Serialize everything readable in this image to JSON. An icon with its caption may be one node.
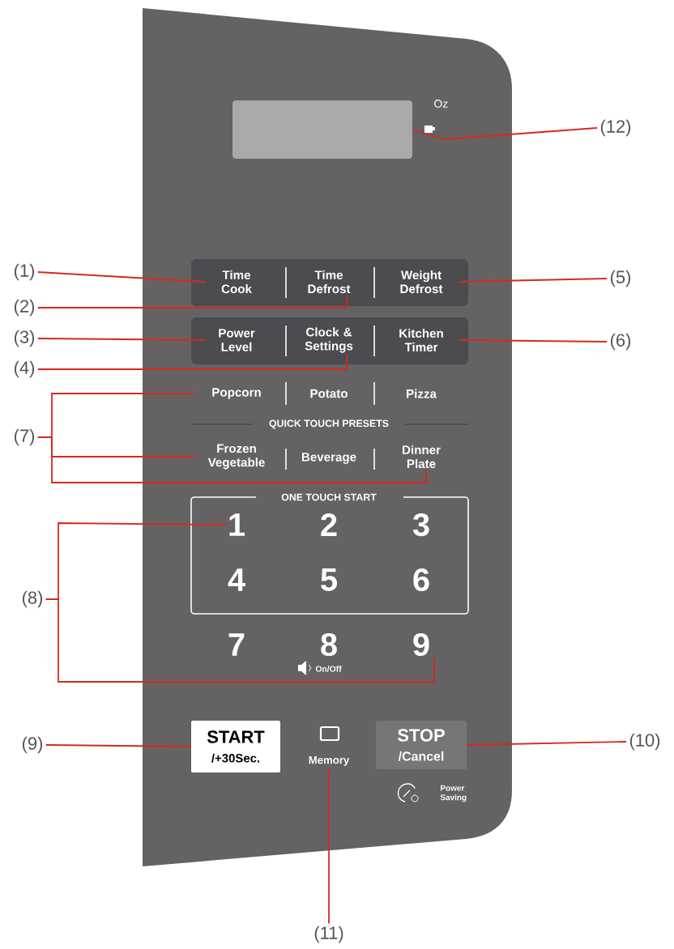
{
  "diagram": {
    "nodes": [
      {
        "text": [],
        "shape": "box"
      },
      {
        "text": [
          "(12)"
        ]
      },
      {
        "text": [
          "(1)"
        ]
      },
      {
        "text": [
          "Time Cook"
        ]
      },
      {
        "text": [
          "Time Defrost"
        ]
      },
      {
        "text": [
          "Weight Defrost"
        ]
      },
      {
        "text": [
          "(5)"
        ]
      },
      {
        "text": [
          "(2)"
        ]
      },
      {
        "text": [
          "(3)"
        ]
      },
      {
        "text": [
          "Power Level"
        ]
      },
      {
        "text": [
          "Clock & Settings"
        ]
      },
      {
        "text": [
          "Kitchen Timer"
        ]
      },
      {
        "text": [
          "(6)"
        ]
      },
      {
        "text": [
          "(4)"
        ]
      },
      {
        "text": [
          "Popcorn"
        ]
      },
      {
        "text": [
          "Potato"
        ]
      },
      {
        "text": [
          "Pizza"
        ]
      },
      {
        "text": [
          "(7)"
        ]
      },
      {
        "text": [
          "Frozen Vegetable"
        ]
      },
      {
        "text": [
          "Beverage"
        ]
      },
      {
        "text": [
          "Dinner Plate"
        ]
      },
      {
        "text": [
          "(8)"
        ]
      },
      {
        "text": [
          "1"
        ]
      },
      {
        "text": [
          "2"
        ]
      },
      {
        "text": [
          "3"
        ]
      },
      {
        "text": [
          "4"
        ]
      },
      {
        "text": [
          "5"
        ]
      },
      {
        "text": [
          "6"
        ]
      },
      {
        "text": [
          "7"
        ]
      },
      {
        "text": [
          "8"
        ]
      },
      {
        "text": [
          "9"
        ]
      },
      {
        "text": [
          "(9)"
        ]
      },
      {
        "text": [
          "START",
          "/+30Sec."
        ]
      },
      {
        "text": [
          "Memory"
        ]
      },
      {
        "text": [
          "STOP",
          "/Cancel"
        ]
      },
      {
        "text": [
          "(10)"
        ]
      },
      {
        "text": [
          "(11)"
        ]
      }
    ],
    "edges": [
      {
        "from": 1,
        "to": 0,
        "arrow": "none"
      },
      {
        "from": 2,
        "to": 3,
        "arrow": "none"
      },
      {
        "from": 7,
        "to": 4,
        "arrow": "none"
      },
      {
        "from": 6,
        "to": 5,
        "arrow": "none"
      },
      {
        "from": 8,
        "to": 9,
        "arrow": "none"
      },
      {
        "from": 13,
        "to": 10,
        "arrow": "none"
      },
      {
        "from": 12,
        "to": 11,
        "arrow": "none"
      },
      {
        "from": 17,
        "to": 14,
        "arrow": "none"
      },
      {
        "from": 17,
        "to": 18,
        "arrow": "none"
      },
      {
        "from": 17,
        "to": 20,
        "arrow": "none"
      },
      {
        "from": 21,
        "to": 22,
        "arrow": "none"
      },
      {
        "from": 21,
        "to": 30,
        "arrow": "none"
      },
      {
        "from": 31,
        "to": 32,
        "arrow": "none"
      },
      {
        "from": 35,
        "to": 34,
        "arrow": "none"
      },
      {
        "from": 36,
        "to": 33,
        "arrow": "none"
      }
    ],
    "labels": [
      "Oz",
      "QUICK TOUCH PRESETS",
      "ONE TOUCH START",
      "On/Off",
      "Power Saving"
    ]
  }
}
